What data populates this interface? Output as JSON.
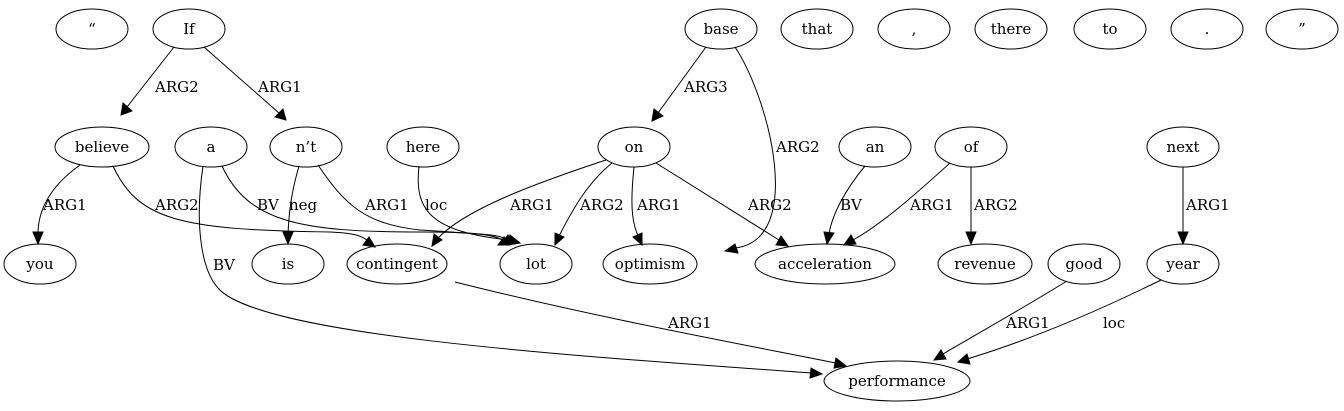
{
  "nodes": {
    "lquote": "“",
    "if": "If",
    "base": "base",
    "that": "that",
    "comma": ",",
    "there": "there",
    "to": "to",
    "period": ".",
    "rquote": "”",
    "believe": "believe",
    "a": "a",
    "nt": "n’t",
    "here": "here",
    "on": "on",
    "an": "an",
    "of": "of",
    "next": "next",
    "you": "you",
    "is": "is",
    "contingent": "contingent",
    "lot": "lot",
    "optimism": "optimism",
    "acceleration": "acceleration",
    "revenue": "revenue",
    "good": "good",
    "year": "year",
    "performance": "performance"
  },
  "edges": [
    {
      "from": "if",
      "to": "believe",
      "label": "ARG2"
    },
    {
      "from": "if",
      "to": "nt",
      "label": "ARG1"
    },
    {
      "from": "base",
      "to": "on",
      "label": "ARG3"
    },
    {
      "from": "base",
      "to": "optimism",
      "label": "ARG2"
    },
    {
      "from": "believe",
      "to": "you",
      "label": "ARG1"
    },
    {
      "from": "believe",
      "to": "contingent",
      "label": "ARG2"
    },
    {
      "from": "a",
      "to": "lot",
      "label": "BV"
    },
    {
      "from": "a",
      "to": "performance",
      "label": "BV"
    },
    {
      "from": "nt",
      "to": "is",
      "label": "neg"
    },
    {
      "from": "nt",
      "to": "lot",
      "label": "ARG1"
    },
    {
      "from": "here",
      "to": "lot",
      "label": "loc"
    },
    {
      "from": "on",
      "to": "contingent",
      "label": "ARG1"
    },
    {
      "from": "on",
      "to": "lot",
      "label": "ARG2"
    },
    {
      "from": "on",
      "to": "optimism",
      "label": "ARG1"
    },
    {
      "from": "on",
      "to": "acceleration",
      "label": "ARG2"
    },
    {
      "from": "an",
      "to": "acceleration",
      "label": "BV"
    },
    {
      "from": "of",
      "to": "acceleration",
      "label": "ARG1"
    },
    {
      "from": "of",
      "to": "revenue",
      "label": "ARG2"
    },
    {
      "from": "next",
      "to": "year",
      "label": "ARG1"
    },
    {
      "from": "contingent",
      "to": "performance",
      "label": "ARG1"
    },
    {
      "from": "good",
      "to": "performance",
      "label": "ARG1"
    },
    {
      "from": "year",
      "to": "performance",
      "label": "loc"
    }
  ]
}
